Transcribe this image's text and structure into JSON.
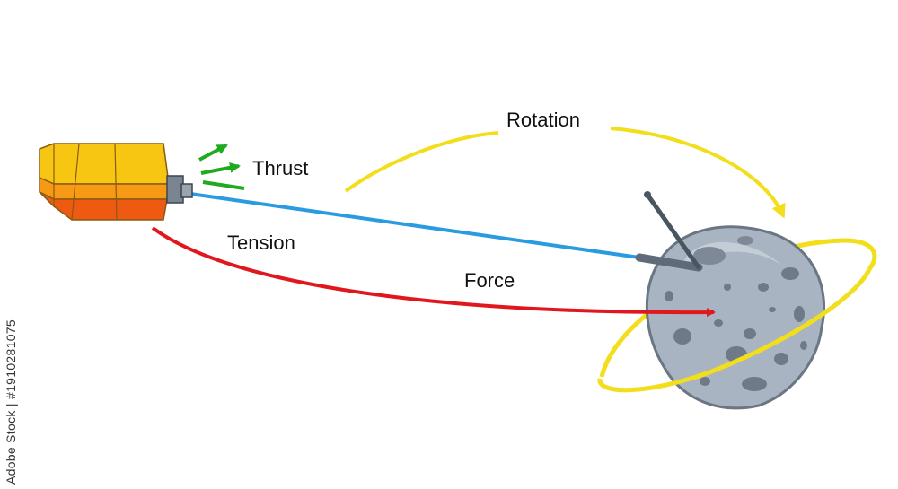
{
  "labels": {
    "thrust": "Thrust",
    "rotation": "Rotation",
    "tension": "Tension",
    "force": "Force"
  },
  "watermark": {
    "side_text": "Adobe Stock | #1910281075"
  },
  "colors": {
    "thrust_arrows": "#1faa1f",
    "tether": "#2a9be0",
    "tension_force": "#e0181e",
    "rotation": "#f2de1a",
    "spacecraft_top": "#f7c613",
    "spacecraft_mid": "#f69a16",
    "spacecraft_bottom": "#ee5a12",
    "asteroid": "#a8b4c2"
  },
  "icons": [
    "spacecraft-icon",
    "asteroid-icon",
    "antenna-icon"
  ]
}
